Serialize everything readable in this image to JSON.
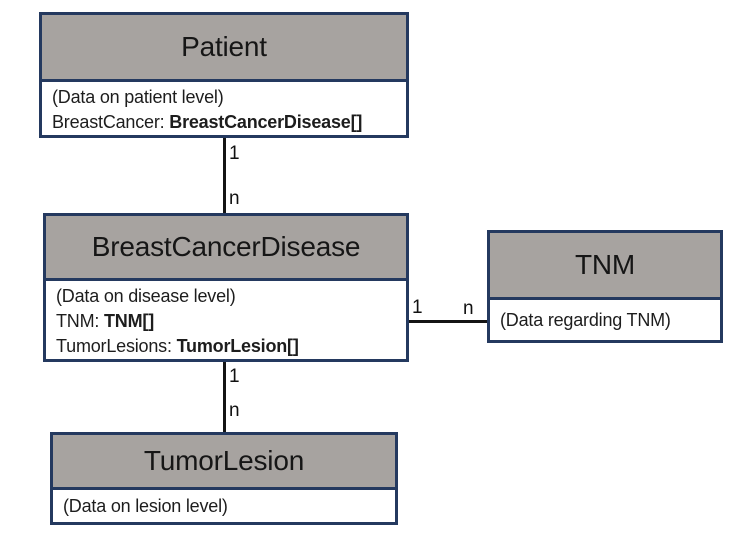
{
  "diagram": {
    "kind": "uml-class-diagram",
    "colors": {
      "header_fill": "#a7a3a0",
      "box_border": "#24395f",
      "body_fill": "#ffffff",
      "connector": "#141414",
      "background": "#ffffff"
    },
    "classes": {
      "patient": {
        "title": "Patient",
        "note": "(Data on patient level)",
        "attributes": [
          {
            "name": "BreastCancer:",
            "type": "BreastCancerDisease[]"
          }
        ]
      },
      "breast_cancer_disease": {
        "title": "BreastCancerDisease",
        "note": "(Data on disease level)",
        "attributes": [
          {
            "name": "TNM:",
            "type": "TNM[]"
          },
          {
            "name": "TumorLesions:",
            "type": "TumorLesion[]"
          }
        ]
      },
      "tnm": {
        "title": "TNM",
        "note": "(Data regarding TNM)"
      },
      "tumor_lesion": {
        "title": "TumorLesion",
        "note": "(Data on lesion level)"
      }
    },
    "associations": {
      "patient_to_disease": {
        "source_multiplicity": "1",
        "target_multiplicity": "n"
      },
      "disease_to_tnm": {
        "source_multiplicity": "1",
        "target_multiplicity": "n"
      },
      "disease_to_lesion": {
        "source_multiplicity": "1",
        "target_multiplicity": "n"
      }
    }
  }
}
